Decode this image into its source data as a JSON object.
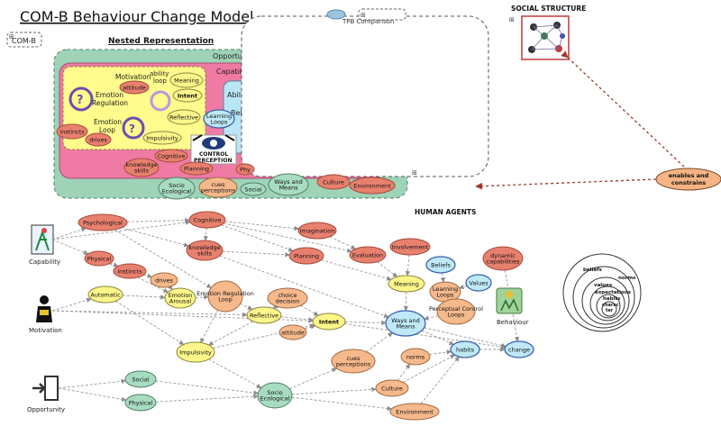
{
  "title": "COM-B Behaviour Change Model",
  "subtitle": "Nested Representation",
  "comb_box_label": "COM-B",
  "tpb_label": "TPB Comparison",
  "social_structure_label": "SOCIAL STRUCTURE",
  "human_agents_label": "HUMAN AGENTS",
  "enables_node": "enables and constrains",
  "nested": {
    "opportunity_label": "Opportun",
    "capability_label": "Capabili",
    "ability_label": "Abili",
    "beliefs_label": "Belie",
    "motivation_label": "Motivation",
    "ability_loop_label": "ability loop",
    "emotion_regulation_label": "Emotion Regulation",
    "emotion_loop_label": "Emotion Loop",
    "logo_line1": "CONTROL",
    "logo_line2": "PERCEPTION",
    "nodes": {
      "attitude": "attitude",
      "meaning": "Meaning",
      "intent": "Intent",
      "reflective": "Reflective",
      "learning_loops": "Learning Loops",
      "instincts": "instincts",
      "drives": "drives",
      "impulsivity": "Impulsivity",
      "cognitive": "Cognitive",
      "knowledge_skills": "knowledge skills",
      "planning": "Planning",
      "phy": "Phy",
      "socio_ecological": "Socio Ecological",
      "cues_perceptions": "cues perceptions",
      "social": "Social",
      "ways_and_means": "Ways and Means",
      "culture": "Culture",
      "environment": "Environment"
    }
  },
  "bullseye": {
    "rings": [
      "beliefs",
      "norms",
      "values",
      "expectations",
      "habits",
      "charac ter"
    ]
  },
  "graph": {
    "actors": {
      "capability": "Capability",
      "motivation": "Motivation",
      "opportunity": "Opportunity",
      "behaviour": "Behaviour"
    },
    "nodes": {
      "psychological": "Psychological",
      "cognitive": "Cognitive",
      "imagination": "Imagination",
      "physical_cap": "Physical",
      "knowledge_skills": "knowledge skills",
      "planning": "Planning",
      "evaluation": "Evaluation",
      "involvement": "Involvement",
      "dynamic_capabilities": "dynamic capabilities",
      "instincts": "instincts",
      "drives": "drives",
      "beliefs": "Beliefs",
      "values": "Values",
      "automatic": "Automatic",
      "emotion_arousal": "Emotion Arousal",
      "emotion_regulation_loop": "Emotion Regulation Loop",
      "choice_decision": "choice decision",
      "meaning": "Meaning",
      "learning_loops": "Learning Loops",
      "reflective": "Reflective",
      "intent": "Intent",
      "ways_and_means": "Ways and Means",
      "perceptual_control_loops": "Perceptual Control Loops",
      "attitude": "attitude",
      "impulsivity": "Impulsivity",
      "habits": "habits",
      "change": "change",
      "cues_perceptions": "cues perceptions",
      "norms": "norms",
      "social": "Social",
      "physical_opp": "Physical",
      "socio_ecological": "Socio Ecological",
      "culture": "Culture",
      "environment": "Environment"
    }
  }
}
